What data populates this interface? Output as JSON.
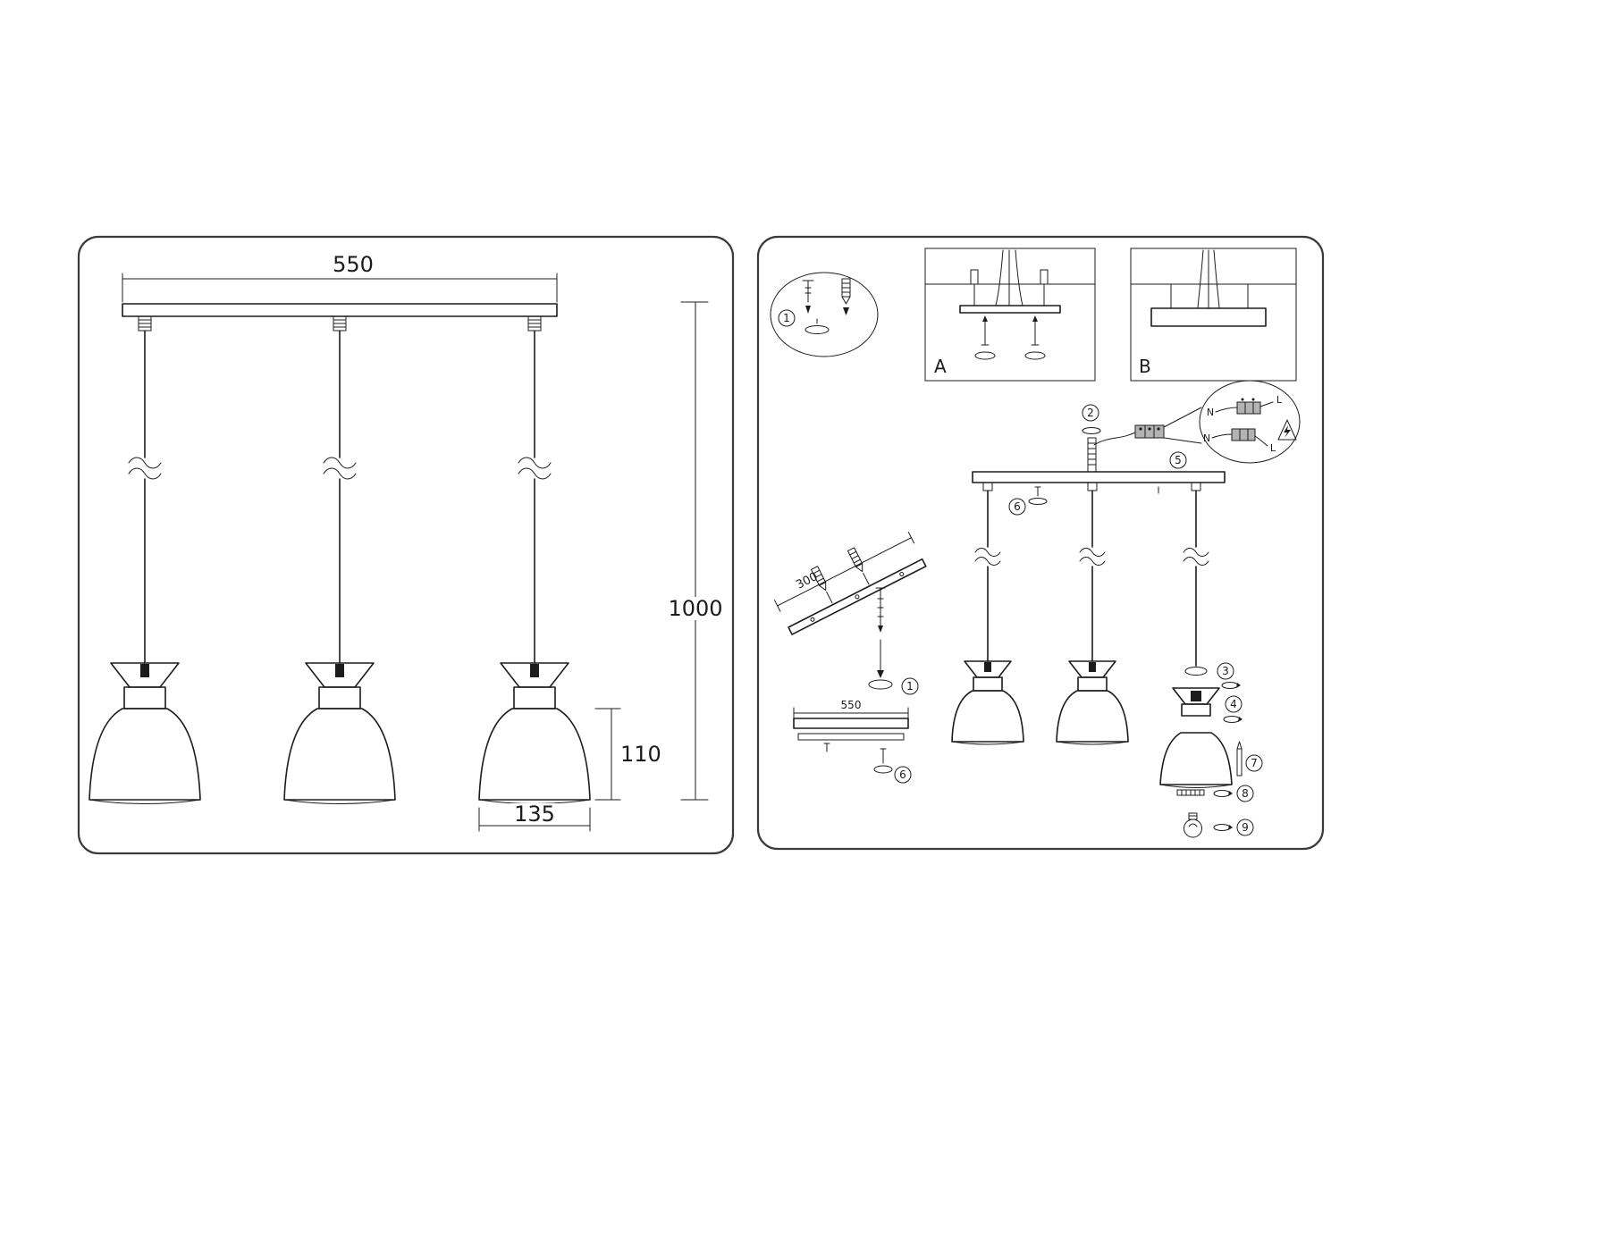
{
  "left_panel": {
    "dim_width": "550",
    "dim_height": "1000",
    "dim_shade_height": "110",
    "dim_shade_width": "135"
  },
  "right_panel": {
    "detail_a_label": "A",
    "detail_b_label": "B",
    "dim_bracket": "300",
    "dim_canopy": "550",
    "wiring": {
      "n_top": "N",
      "l_top": "L",
      "n_bottom": "N",
      "l_bottom": "L"
    },
    "callouts": {
      "c1": "1",
      "c2": "2",
      "c3": "3",
      "c4": "4",
      "c5": "5",
      "c6": "6",
      "c7": "7",
      "c8": "8",
      "c9": "9"
    }
  }
}
